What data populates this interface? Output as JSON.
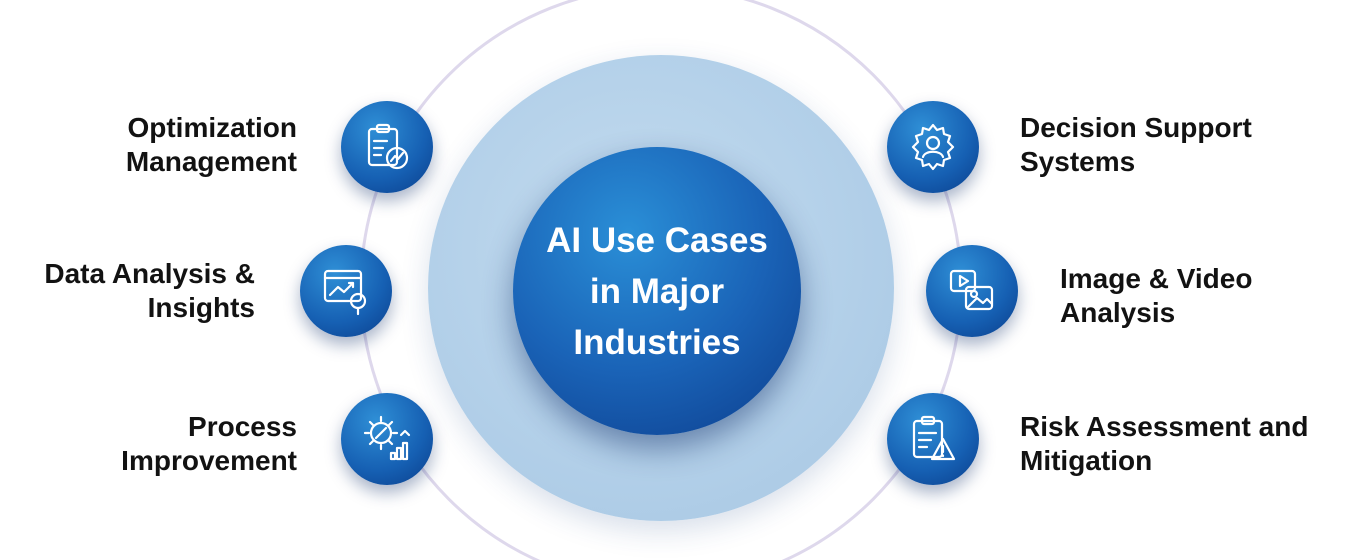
{
  "center": {
    "title": "AI Use Cases\nin Major\nIndustries"
  },
  "items": [
    {
      "label": "Optimization\nManagement",
      "icon": "clipboard-chart-icon"
    },
    {
      "label": "Data Analysis &\nInsights",
      "icon": "analytics-search-icon"
    },
    {
      "label": "Process\nImprovement",
      "icon": "gear-wrench-growth-icon"
    },
    {
      "label": "Decision Support\nSystems",
      "icon": "gear-person-icon"
    },
    {
      "label": "Image & Video\nAnalysis",
      "icon": "image-video-icon"
    },
    {
      "label": "Risk Assessment and\nMitigation",
      "icon": "clipboard-warning-icon"
    }
  ],
  "colors": {
    "node_blue": "#1660b3",
    "inner_dark_blue": "#0c3d8c",
    "outer_light_blue": "#b3d0e9",
    "ring_lavender": "#d6cfe6",
    "label_text": "#121212"
  }
}
